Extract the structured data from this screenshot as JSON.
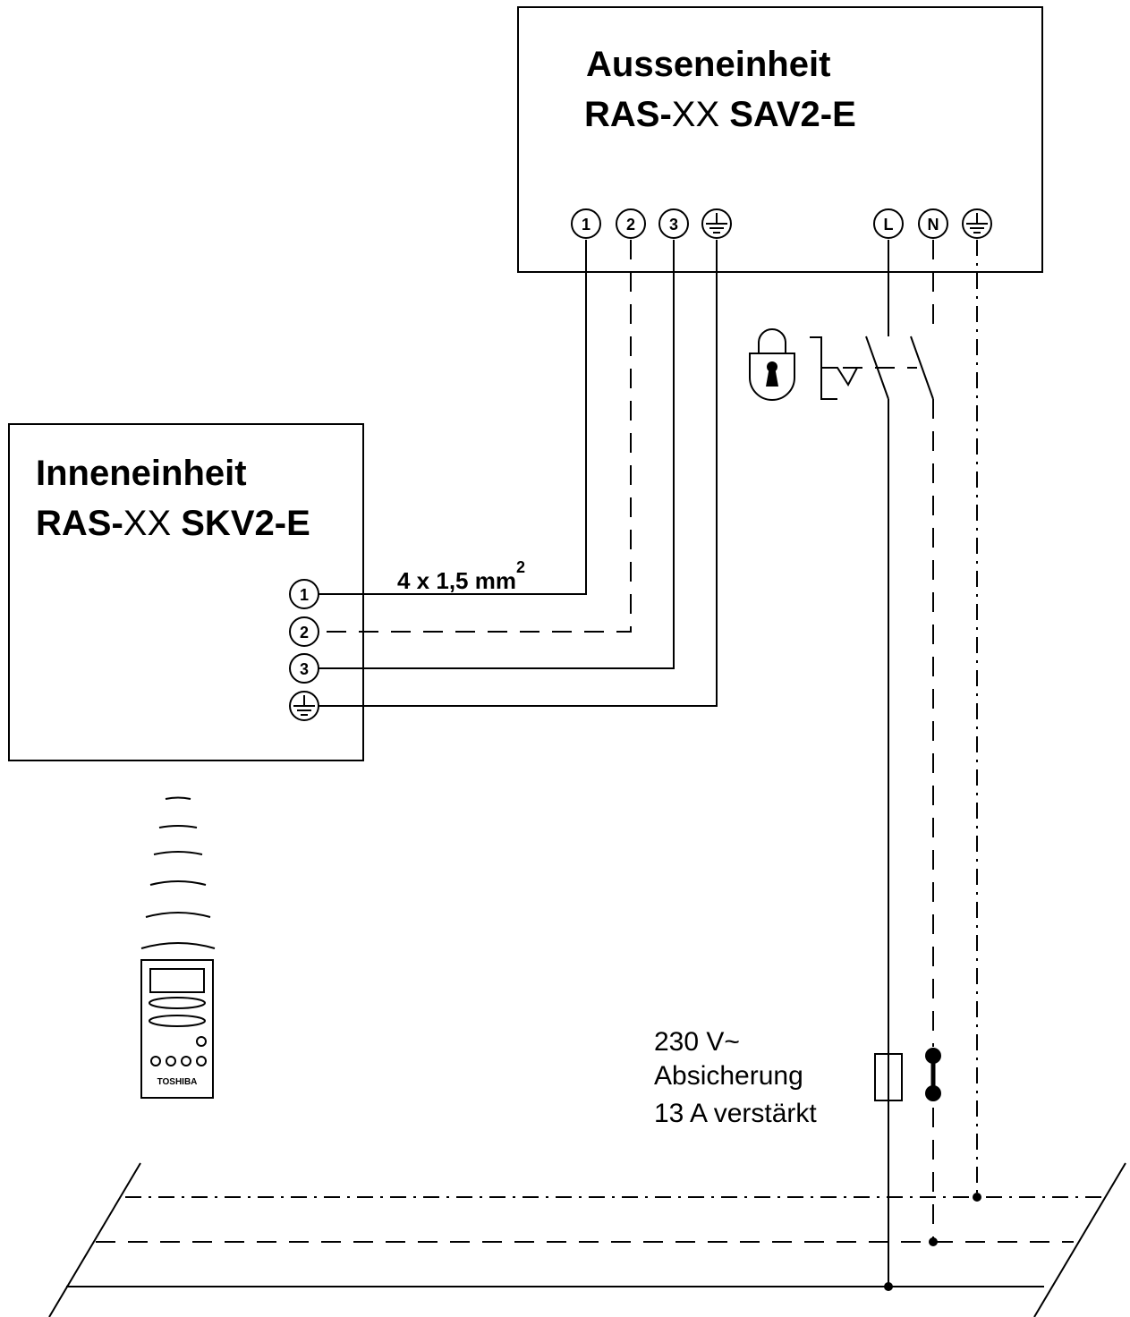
{
  "outdoor_unit": {
    "title": "Ausseneinheit",
    "model_prefix": "RAS-",
    "model_xx": "XX",
    "model_suffix": " SAV2-E",
    "terminals": [
      "1",
      "2",
      "3",
      "L",
      "N"
    ]
  },
  "indoor_unit": {
    "title": "Inneneinheit",
    "model_prefix": "RAS-",
    "model_xx": "XX",
    "model_suffix": " SKV2-E",
    "terminals": [
      "1",
      "2",
      "3"
    ]
  },
  "cable": {
    "spec": "4 x 1,5 mm",
    "superscript": "2"
  },
  "supply": {
    "line1": "230 V~",
    "line2": "Absicherung",
    "line3": "13 A verstärkt"
  },
  "remote": {
    "brand": "TOSHIBA"
  },
  "icons": [
    "ground-icon",
    "padlock-icon",
    "fuse-icon",
    "remote-control-icon",
    "signal-waves-icon"
  ]
}
